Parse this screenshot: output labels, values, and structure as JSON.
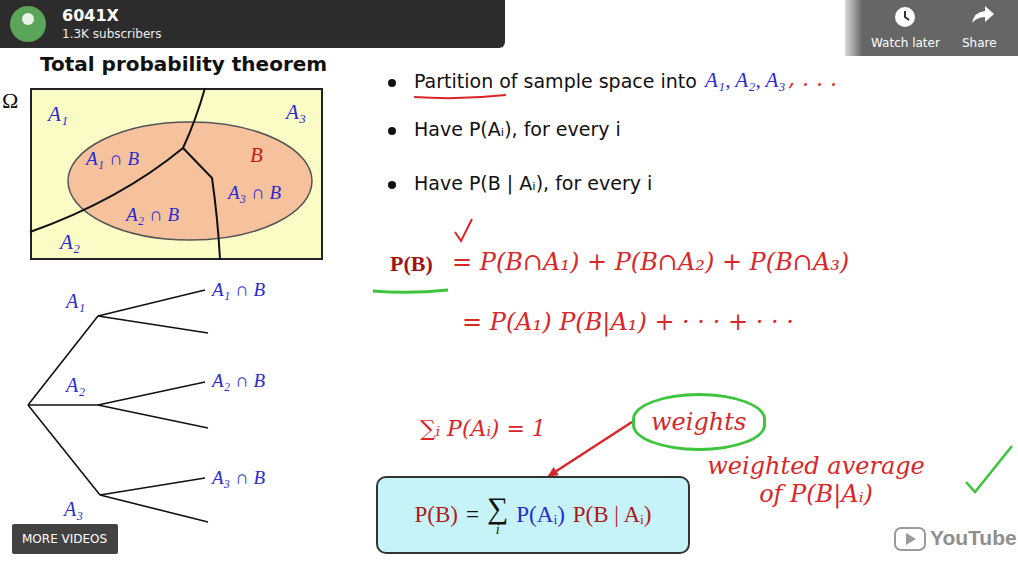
{
  "diagram": {
    "title": "Total probability theorem",
    "nodes": [
      {
        "text": [
          "6041X",
          "1.3K subscribers"
        ]
      },
      {
        "text": [
          "Ω",
          "A₁",
          "A₃",
          "A₂"
        ]
      },
      {
        "text": [
          "A₁ ∩ B",
          "B",
          "A₃ ∩ B",
          "A₂ ∩ B"
        ],
        "in": 1
      },
      {
        "text": [
          "weights"
        ]
      },
      {
        "text": [
          "P(B)",
          "=",
          "∑",
          "i",
          "P(Aᵢ)",
          "P(B | Aᵢ)"
        ]
      },
      {
        "text": [
          "MORE VIDEOS"
        ]
      }
    ],
    "edges": [
      {
        "from": 3,
        "to": 4,
        "arrow": "to"
      }
    ],
    "labels": [
      "Watch later",
      "Share",
      "Partition of sample space into",
      "A₁, A₂, A₃",
      ", . . .",
      "Have P(Aᵢ), for every i",
      "Have P(B | Aᵢ), for every i",
      "A₁",
      "A₁ ∩ B",
      "P(B)",
      "= P(B∩A₁) + P(B∩A₂) + P(B∩A₃)",
      "= P(A₁) P(B|A₁) + · · · + · · ·",
      "A₂",
      "A₂ ∩ B",
      "∑ᵢ P(Aᵢ) = 1",
      "weighted average of P(B|Aᵢ)",
      "A₃",
      "A₃ ∩ B",
      "YouTube"
    ]
  }
}
